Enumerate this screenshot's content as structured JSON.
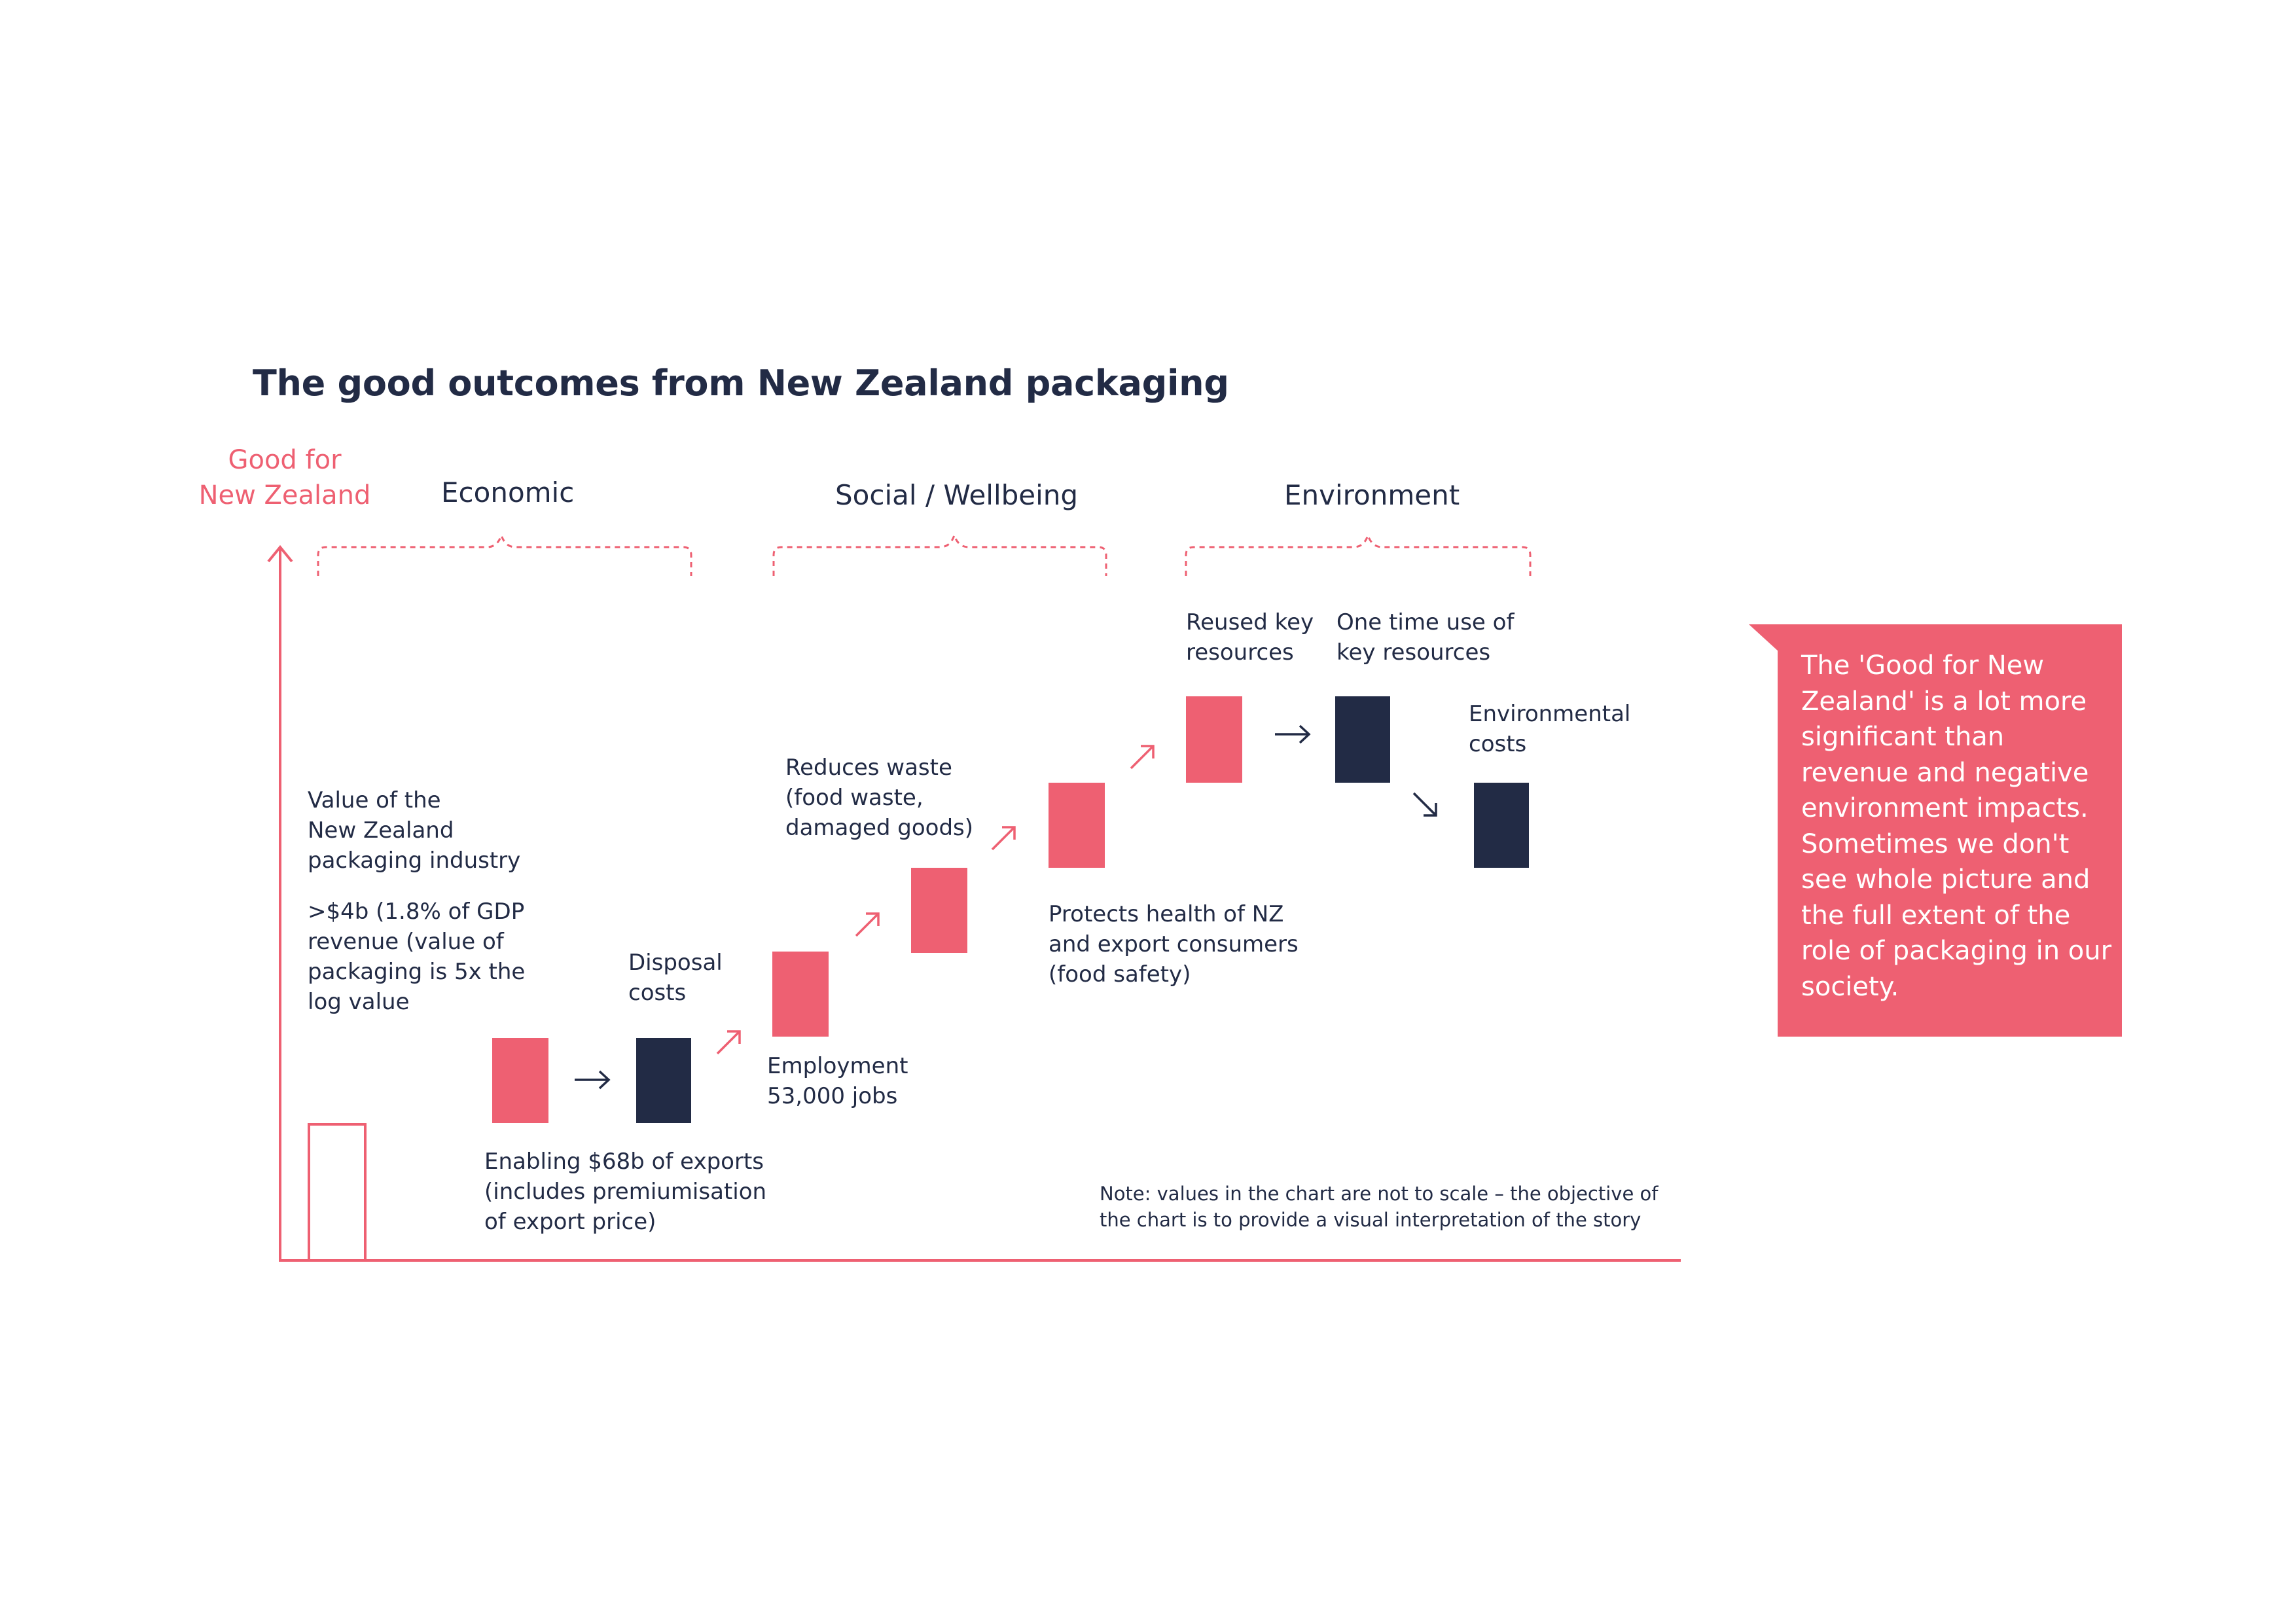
{
  "title": "The good outcomes from New Zealand packaging",
  "axis_label": "Good for\nNew Zealand",
  "groups": {
    "economic": "Economic",
    "social": "Social / Wellbeing",
    "environment": "Environment"
  },
  "labels": {
    "value_industry": "Value of the\nNew Zealand\npackaging industry",
    "revenue": ">$4b (1.8% of GDP\nrevenue (value of\npackaging is 5x the\nlog value",
    "exports": "Enabling $68b of exports\n(includes premiumisation\nof export price)",
    "disposal": "Disposal\ncosts",
    "employment": "Employment\n53,000 jobs",
    "reduces_waste": "Reduces waste\n(food waste,\ndamaged goods)",
    "protects_health": "Protects health of NZ\nand export consumers\n(food safety)",
    "reused": "Reused key\nresources",
    "one_time": "One time use of\nkey resources",
    "env_costs": "Environmental\ncosts"
  },
  "note": "Note: values in the chart are not to scale – the objective of\nthe chart is to provide a visual interpretation of the story",
  "callout": "The 'Good for New Zealand' is a lot more significant than revenue and negative environment impacts. Sometimes we don't see whole picture and the full extent of the role of packaging in our society.",
  "colors": {
    "positive": "#ee6072",
    "negative": "#222b45",
    "axis": "#ee6072",
    "text": "#222b45"
  },
  "icons": [
    "arrow-up-icon",
    "arrow-right-icon",
    "arrow-up-right-icon",
    "arrow-down-right-icon"
  ]
}
